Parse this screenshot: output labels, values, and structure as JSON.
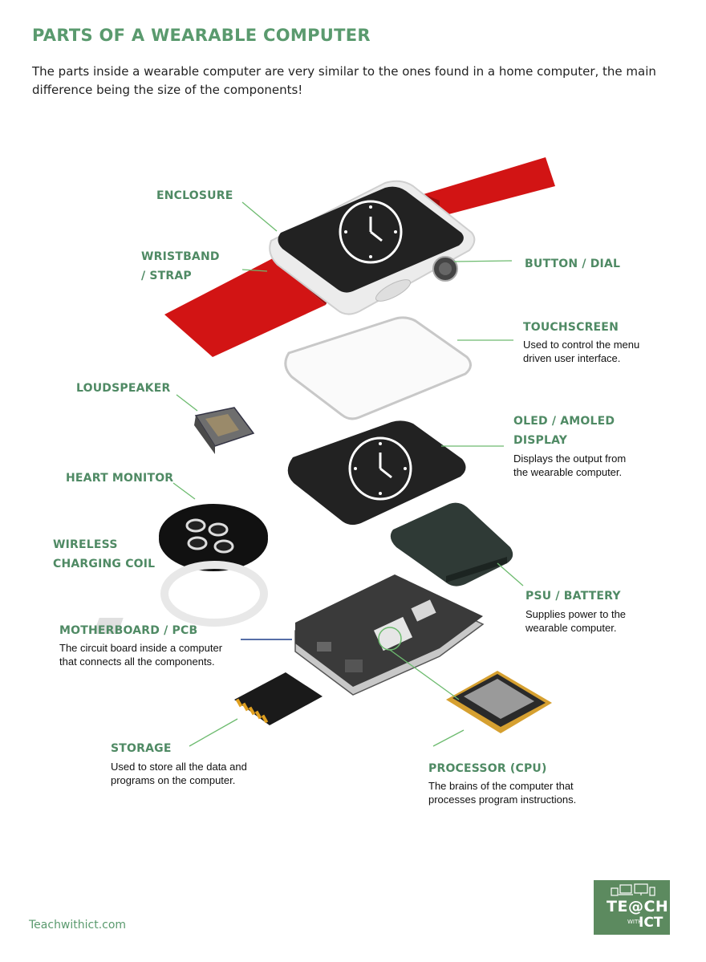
{
  "title": "PARTS OF A WEARABLE COMPUTER",
  "intro": "The parts inside a wearable computer are very similar to the ones found in a home computer, the main difference being the size of the components!",
  "labels": {
    "enclosure": "ENCLOSURE",
    "wristband_1": "WRISTBAND",
    "wristband_2": "/ STRAP",
    "button": "BUTTON / DIAL",
    "touchscreen": "TOUCHSCREEN",
    "touchscreen_desc_1": "Used to control the menu",
    "touchscreen_desc_2": "driven user interface.",
    "loudspeaker": "LOUDSPEAKER",
    "oled_1": "OLED / AMOLED",
    "oled_2": "DISPLAY",
    "oled_desc_1": "Displays the output from",
    "oled_desc_2": "the wearable computer.",
    "heart": "HEART MONITOR",
    "wireless_1": "WIRELESS",
    "wireless_2": "CHARGING COIL",
    "psu": "PSU / BATTERY",
    "psu_desc_1": "Supplies power to the",
    "psu_desc_2": "wearable computer.",
    "motherboard": "MOTHERBOARD / PCB",
    "motherboard_desc_1": "The circuit board inside a computer",
    "motherboard_desc_2": "that connects all the components.",
    "storage": "STORAGE",
    "storage_desc_1": "Used to store all the data and",
    "storage_desc_2": "programs on the computer.",
    "cpu": "PROCESSOR (CPU)",
    "cpu_desc_1": "The brains of the computer that",
    "cpu_desc_2": "processes program instructions."
  },
  "footer": "Teachwithict.com",
  "logo": {
    "line1": "TE@CH",
    "with": "WITH",
    "ict": "ICT"
  },
  "colors": {
    "heading": "#5a9a6e",
    "leader": "#6dbb6f",
    "strap": "#d21414",
    "logo_bg": "#5c8a5f"
  }
}
